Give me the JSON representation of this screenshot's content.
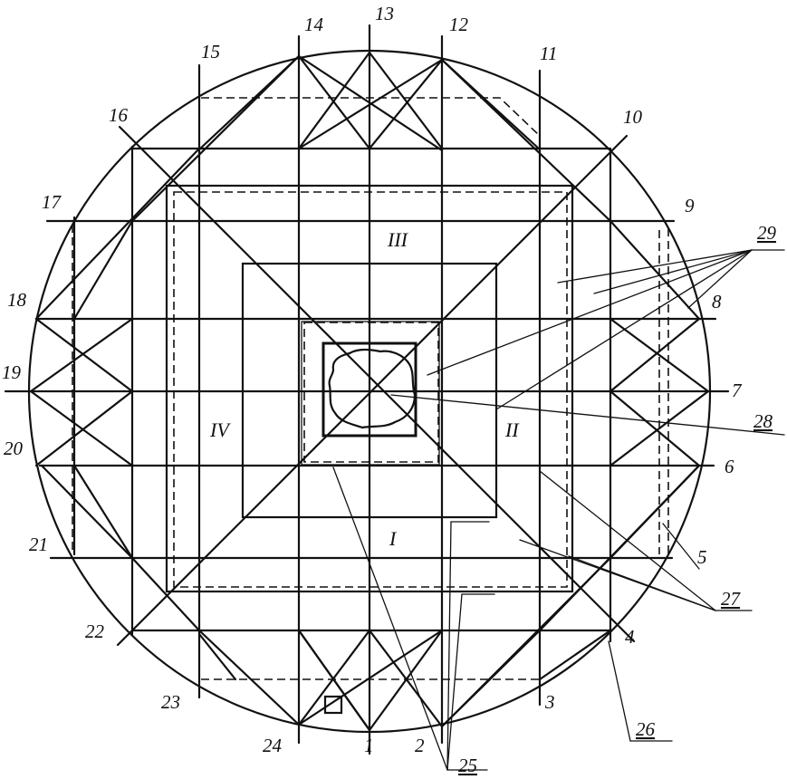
{
  "diagram": {
    "axis_numbers": [
      "1",
      "2",
      "3",
      "4",
      "5",
      "6",
      "7",
      "8",
      "9",
      "10",
      "11",
      "12",
      "13",
      "14",
      "15",
      "16",
      "17",
      "18",
      "19",
      "20",
      "21",
      "22",
      "23",
      "24"
    ],
    "callouts": [
      "25",
      "26",
      "27",
      "28",
      "29"
    ],
    "zones": [
      "I",
      "II",
      "III",
      "IV"
    ]
  }
}
